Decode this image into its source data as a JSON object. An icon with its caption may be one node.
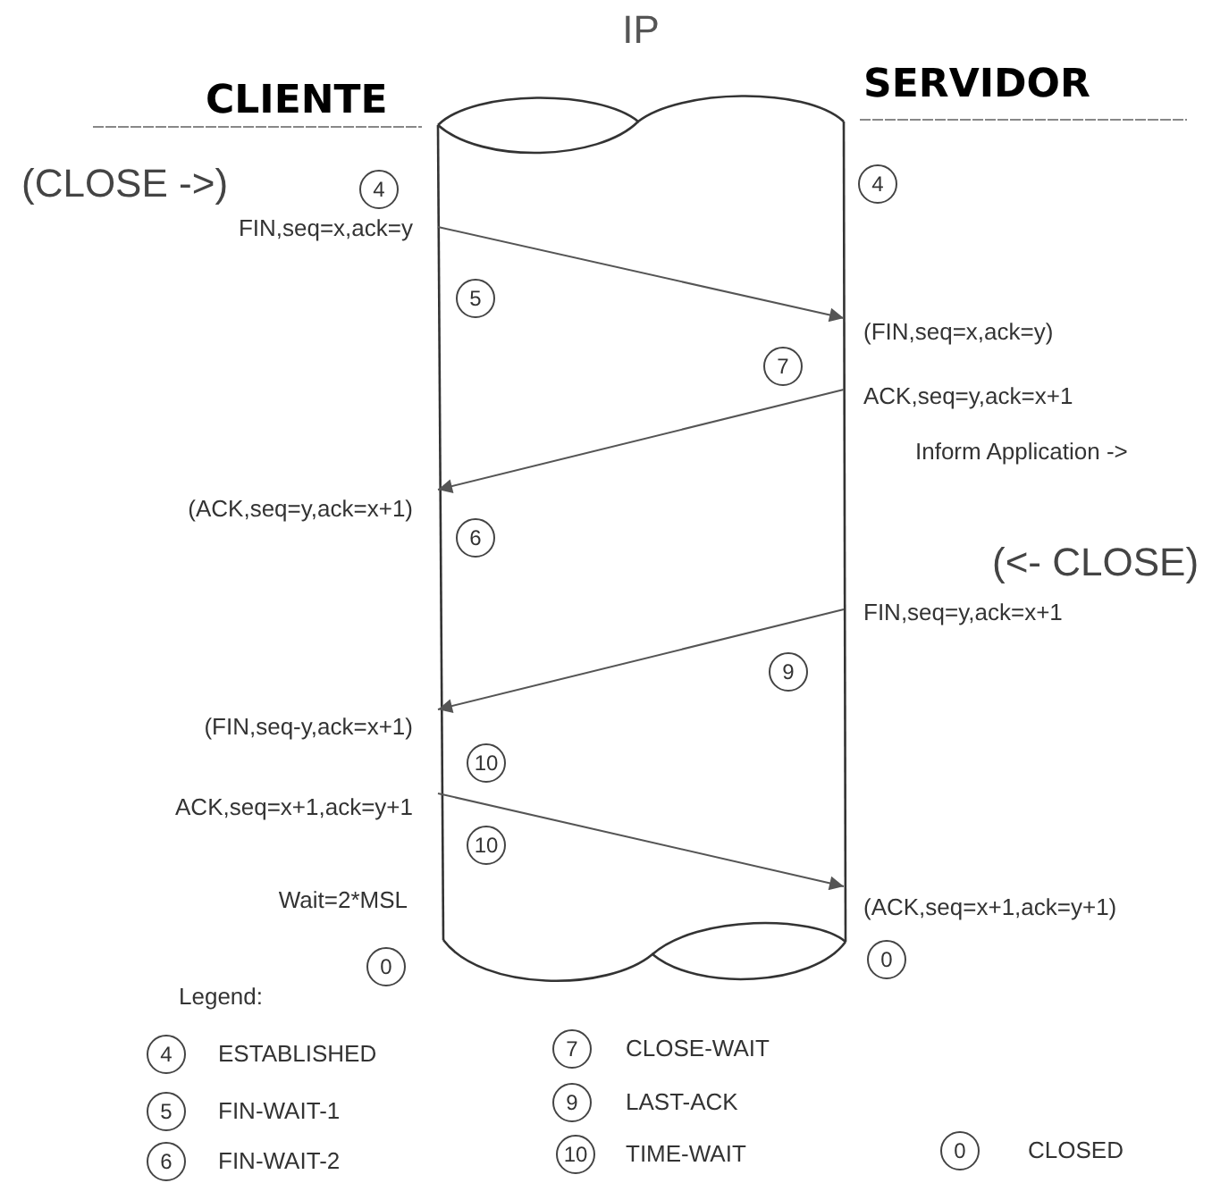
{
  "diagram": {
    "nodes": [
      {
        "text": [
          "IP"
        ]
      },
      {
        "text": [
          "4"
        ]
      },
      {
        "text": [
          "4"
        ]
      },
      {
        "text": [
          "FIN,seq=x,ack=y"
        ]
      },
      {
        "text": [
          "5"
        ],
        "in": 0
      },
      {
        "text": [
          "(FIN,seq=x,ack=y)"
        ]
      },
      {
        "text": [
          "7"
        ],
        "in": 0
      },
      {
        "text": [
          "ACK,seq=y,ack=x+1"
        ]
      },
      {
        "text": [
          "(ACK,seq=y,ack=x+1)"
        ]
      },
      {
        "text": [
          "6"
        ],
        "in": 0
      },
      {
        "text": [
          "FIN,seq=y,ack=x+1"
        ]
      },
      {
        "text": [
          "9"
        ],
        "in": 0
      },
      {
        "text": [
          "(FIN,seq-y,ack=x+1)"
        ]
      },
      {
        "text": [
          "10"
        ],
        "in": 0
      },
      {
        "text": [
          "ACK,seq=x+1,ack=y+1"
        ]
      },
      {
        "text": [
          "10"
        ],
        "in": 0
      },
      {
        "text": [
          "(ACK,seq=x+1,ack=y+1)"
        ]
      },
      {
        "text": [
          "0"
        ]
      },
      {
        "text": [
          "0"
        ]
      },
      {
        "text": [
          "4"
        ],
        "beside": [
          "ESTABLISHED"
        ]
      },
      {
        "text": [
          "7"
        ],
        "beside": [
          "CLOSE-WAIT"
        ]
      },
      {
        "text": [
          "5"
        ],
        "beside": [
          "FIN-WAIT-1"
        ]
      },
      {
        "text": [
          "9"
        ],
        "beside": [
          "LAST-ACK"
        ]
      },
      {
        "text": [
          "6"
        ],
        "beside": [
          "FIN-WAIT-2"
        ]
      },
      {
        "text": [
          "10"
        ],
        "beside": [
          "TIME-WAIT"
        ]
      },
      {
        "text": [
          "0"
        ],
        "beside": [
          "CLOSED"
        ]
      }
    ],
    "edges": [
      {
        "from": 3,
        "to": 5,
        "arrow": "to"
      },
      {
        "from": 7,
        "to": 8,
        "arrow": "to"
      },
      {
        "from": 10,
        "to": 12,
        "arrow": "to"
      },
      {
        "from": 14,
        "to": 16,
        "arrow": "to"
      }
    ],
    "labels": [
      "CLIENTE",
      "SERVIDOR",
      "(CLOSE ->)",
      "Inform Application ->",
      "(<- CLOSE)",
      "Wait=2*MSL",
      "Legend:"
    ]
  }
}
